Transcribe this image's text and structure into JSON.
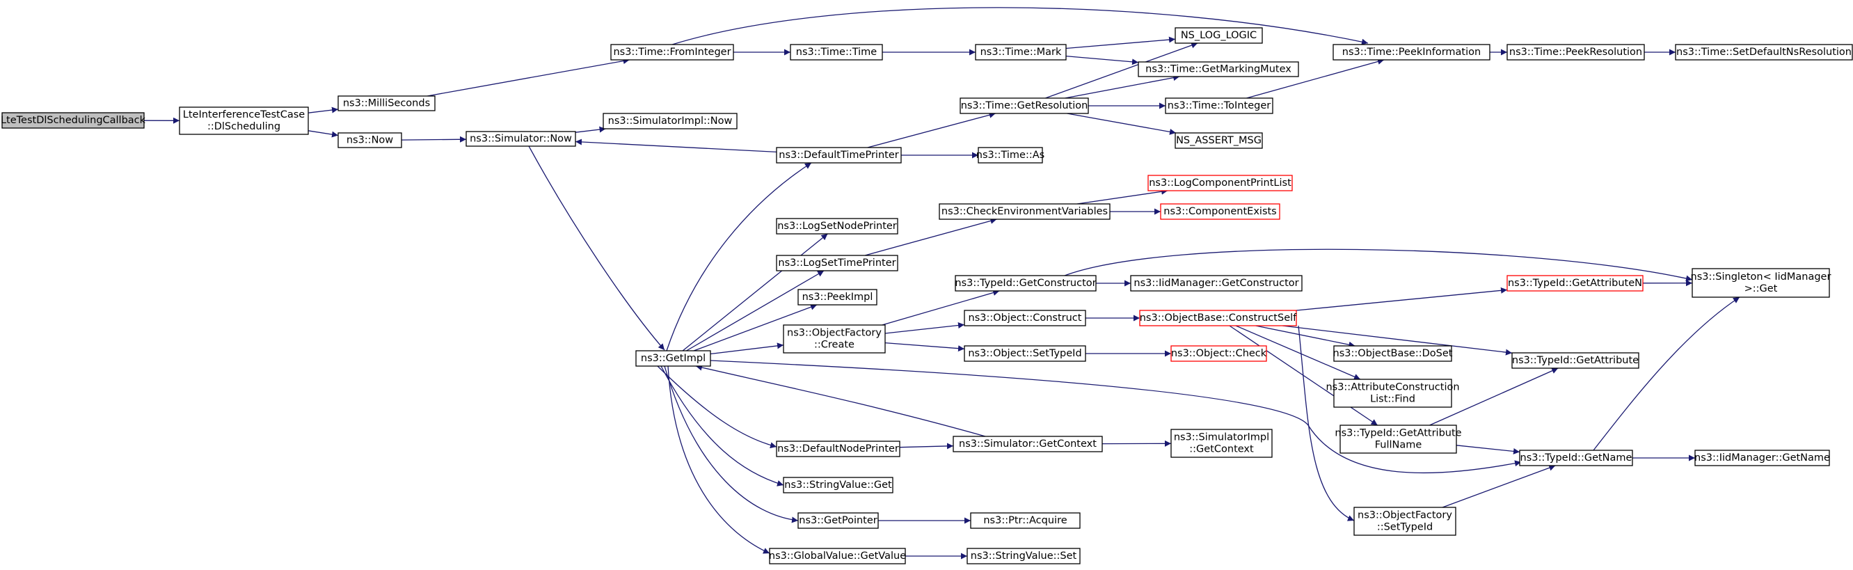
{
  "diagram": {
    "kind": "call-graph",
    "colors": {
      "edge": "#191970",
      "root_fill": "#bfbfbf",
      "node_fill": "#ffffff",
      "node_border": "#000000",
      "truncated_border": "#ff0000"
    },
    "nodes": [
      {
        "id": "cb",
        "lines": [
          "LteTestDlSchedulingCallback"
        ],
        "root": true
      },
      {
        "id": "dls",
        "lines": [
          "LteInterferenceTestCase",
          "::DlScheduling"
        ]
      },
      {
        "id": "milli",
        "lines": [
          "ns3::MilliSeconds"
        ]
      },
      {
        "id": "now",
        "lines": [
          "ns3::Now"
        ]
      },
      {
        "id": "fromint",
        "lines": [
          "ns3::Time::FromInteger"
        ]
      },
      {
        "id": "simnow",
        "lines": [
          "ns3::Simulator::Now"
        ]
      },
      {
        "id": "implnow",
        "lines": [
          "ns3::SimulatorImpl::Now"
        ]
      },
      {
        "id": "time",
        "lines": [
          "ns3::Time::Time"
        ]
      },
      {
        "id": "mark",
        "lines": [
          "ns3::Time::Mark"
        ]
      },
      {
        "id": "loglogic",
        "lines": [
          "NS_LOG_LOGIC"
        ]
      },
      {
        "id": "mutex",
        "lines": [
          "ns3::Time::GetMarkingMutex"
        ]
      },
      {
        "id": "peekinfo",
        "lines": [
          "ns3::Time::PeekInformation"
        ]
      },
      {
        "id": "peekres",
        "lines": [
          "ns3::Time::PeekResolution"
        ]
      },
      {
        "id": "setdefres",
        "lines": [
          "ns3::Time::SetDefaultNsResolution"
        ]
      },
      {
        "id": "getres",
        "lines": [
          "ns3::Time::GetResolution"
        ]
      },
      {
        "id": "toint",
        "lines": [
          "ns3::Time::ToInteger"
        ]
      },
      {
        "id": "assert",
        "lines": [
          "NS_ASSERT_MSG"
        ]
      },
      {
        "id": "deftp",
        "lines": [
          "ns3::DefaultTimePrinter"
        ]
      },
      {
        "id": "as",
        "lines": [
          "ns3::Time::As"
        ]
      },
      {
        "id": "logprint",
        "lines": [
          "ns3::LogComponentPrintList"
        ],
        "truncated": true
      },
      {
        "id": "checkenv",
        "lines": [
          "ns3::CheckEnvironmentVariables"
        ]
      },
      {
        "id": "compexists",
        "lines": [
          "ns3::ComponentExists"
        ],
        "truncated": true
      },
      {
        "id": "lsnp",
        "lines": [
          "ns3::LogSetNodePrinter"
        ]
      },
      {
        "id": "lstp",
        "lines": [
          "ns3::LogSetTimePrinter"
        ]
      },
      {
        "id": "peekimpl",
        "lines": [
          "ns3::PeekImpl"
        ]
      },
      {
        "id": "ofcreate",
        "lines": [
          "ns3::ObjectFactory",
          "::Create"
        ]
      },
      {
        "id": "getimpl",
        "lines": [
          "ns3::GetImpl"
        ]
      },
      {
        "id": "tidgetctor",
        "lines": [
          "ns3::TypeId::GetConstructor"
        ]
      },
      {
        "id": "iidgetctor",
        "lines": [
          "ns3::IidManager::GetConstructor"
        ]
      },
      {
        "id": "singleton",
        "lines": [
          "ns3::Singleton< IidManager",
          ">::Get"
        ]
      },
      {
        "id": "objconstruct",
        "lines": [
          "ns3::Object::Construct"
        ]
      },
      {
        "id": "constructself",
        "lines": [
          "ns3::ObjectBase::ConstructSelf"
        ],
        "truncated": true
      },
      {
        "id": "getattrn",
        "lines": [
          "ns3::TypeId::GetAttributeN"
        ],
        "truncated": true
      },
      {
        "id": "objsettid",
        "lines": [
          "ns3::Object::SetTypeId"
        ]
      },
      {
        "id": "objcheck",
        "lines": [
          "ns3::Object::Check"
        ],
        "truncated": true
      },
      {
        "id": "doset",
        "lines": [
          "ns3::ObjectBase::DoSet"
        ]
      },
      {
        "id": "getattr",
        "lines": [
          "ns3::TypeId::GetAttribute"
        ]
      },
      {
        "id": "acfind",
        "lines": [
          "ns3::AttributeConstruction",
          "List::Find"
        ]
      },
      {
        "id": "getattrfull",
        "lines": [
          "ns3::TypeId::GetAttribute",
          "FullName"
        ]
      },
      {
        "id": "tidgetname",
        "lines": [
          "ns3::TypeId::GetName"
        ]
      },
      {
        "id": "iidgetname",
        "lines": [
          "ns3::IidManager::GetName"
        ]
      },
      {
        "id": "defnp",
        "lines": [
          "ns3::DefaultNodePrinter"
        ]
      },
      {
        "id": "simgetctx",
        "lines": [
          "ns3::Simulator::GetContext"
        ]
      },
      {
        "id": "implgetctx",
        "lines": [
          "ns3::SimulatorImpl",
          "::GetContext"
        ]
      },
      {
        "id": "strget",
        "lines": [
          "ns3::StringValue::Get"
        ]
      },
      {
        "id": "ofsettid",
        "lines": [
          "ns3::ObjectFactory",
          "::SetTypeId"
        ]
      },
      {
        "id": "getpointer",
        "lines": [
          "ns3::GetPointer"
        ]
      },
      {
        "id": "ptracquire",
        "lines": [
          "ns3::Ptr::Acquire"
        ]
      },
      {
        "id": "gvgetvalue",
        "lines": [
          "ns3::GlobalValue::GetValue"
        ]
      },
      {
        "id": "strset",
        "lines": [
          "ns3::StringValue::Set"
        ]
      }
    ],
    "edges": [
      [
        "cb",
        "dls"
      ],
      [
        "dls",
        "milli"
      ],
      [
        "dls",
        "now"
      ],
      [
        "milli",
        "fromint"
      ],
      [
        "now",
        "simnow"
      ],
      [
        "simnow",
        "implnow"
      ],
      [
        "simnow",
        "getimpl"
      ],
      [
        "fromint",
        "time"
      ],
      [
        "fromint",
        "peekinfo"
      ],
      [
        "time",
        "mark"
      ],
      [
        "mark",
        "loglogic"
      ],
      [
        "mark",
        "mutex"
      ],
      [
        "peekinfo",
        "peekres"
      ],
      [
        "peekres",
        "setdefres"
      ],
      [
        "deftp",
        "getres"
      ],
      [
        "deftp",
        "simnow"
      ],
      [
        "deftp",
        "as"
      ],
      [
        "getres",
        "loglogic"
      ],
      [
        "getres",
        "mutex"
      ],
      [
        "getres",
        "toint"
      ],
      [
        "getres",
        "assert"
      ],
      [
        "toint",
        "peekinfo"
      ],
      [
        "checkenv",
        "logprint"
      ],
      [
        "checkenv",
        "compexists"
      ],
      [
        "lstp",
        "checkenv"
      ],
      [
        "getimpl",
        "deftp"
      ],
      [
        "getimpl",
        "lsnp"
      ],
      [
        "getimpl",
        "lstp"
      ],
      [
        "getimpl",
        "peekimpl"
      ],
      [
        "getimpl",
        "ofcreate"
      ],
      [
        "getimpl",
        "defnp"
      ],
      [
        "getimpl",
        "strget"
      ],
      [
        "getimpl",
        "getpointer"
      ],
      [
        "getimpl",
        "gvgetvalue"
      ],
      [
        "getimpl",
        "tidgetname"
      ],
      [
        "ofcreate",
        "tidgetctor"
      ],
      [
        "ofcreate",
        "objconstruct"
      ],
      [
        "ofcreate",
        "objsettid"
      ],
      [
        "tidgetctor",
        "iidgetctor"
      ],
      [
        "tidgetctor",
        "singleton"
      ],
      [
        "objconstruct",
        "constructself"
      ],
      [
        "objsettid",
        "objcheck"
      ],
      [
        "constructself",
        "getattrn"
      ],
      [
        "constructself",
        "doset"
      ],
      [
        "constructself",
        "getattr"
      ],
      [
        "constructself",
        "acfind"
      ],
      [
        "constructself",
        "getattrfull"
      ],
      [
        "constructself",
        "ofsettid"
      ],
      [
        "getattrn",
        "singleton"
      ],
      [
        "getattrfull",
        "getattr"
      ],
      [
        "getattrfull",
        "tidgetname"
      ],
      [
        "tidgetname",
        "iidgetname"
      ],
      [
        "tidgetname",
        "singleton"
      ],
      [
        "defnp",
        "simgetctx"
      ],
      [
        "simgetctx",
        "implgetctx"
      ],
      [
        "simgetctx",
        "getimpl"
      ],
      [
        "ofsettid",
        "tidgetname"
      ],
      [
        "getpointer",
        "ptracquire"
      ],
      [
        "gvgetvalue",
        "strset"
      ]
    ]
  }
}
